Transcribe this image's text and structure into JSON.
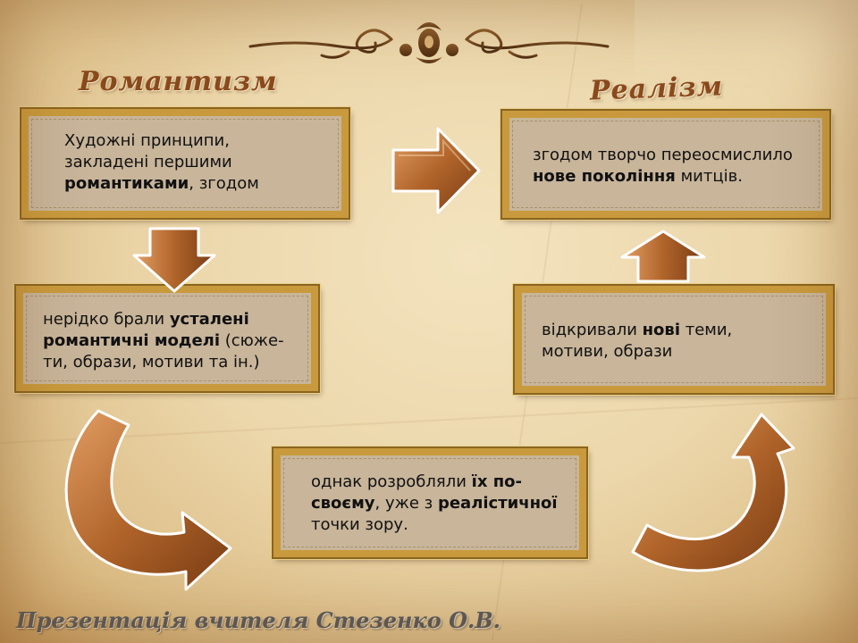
{
  "headings": {
    "left": "Романтизм",
    "right": "Реалізм"
  },
  "boxes": {
    "b1": {
      "l1": "Художні принципи,",
      "l2": "закладені першими",
      "l3_bold": "романтиками",
      "l3_rest": ", згодом"
    },
    "b2": {
      "l1_pre": "нерідко брали ",
      "l1_bold": "усталені",
      "l2_bold": "романтичні моделі",
      "l2_rest": " (сюже-",
      "l3": "ти, образи, мотиви та ін.)"
    },
    "b3": {
      "l1_pre": "однак розробляли ",
      "l1_bold": "їх по-",
      "l2_bold": "своєму",
      "l2_mid": ", уже з ",
      "l2_bold2": "реалістичної",
      "l3": "точки зору."
    },
    "b4": {
      "l1": "згодом творчо переосмислило",
      "l2_bold": "нове покоління",
      "l2_rest": " митців."
    },
    "b5": {
      "l1_pre": "відкривали ",
      "l1_bold": "нові",
      "l1_rest": " теми,",
      "l2": "мотиви, образи"
    }
  },
  "footer": "Презентація вчителя Стезенко О.В.",
  "colors": {
    "arrow_fill": "#a85a24",
    "frame_gold": "#c99a3d",
    "box_fill": "#c8b59a",
    "heading": "#8a4a1c"
  },
  "icons": [
    "ornament-flourish",
    "arrow-right",
    "arrow-down",
    "arrow-up",
    "curved-arrow-left",
    "curved-arrow-right"
  ]
}
